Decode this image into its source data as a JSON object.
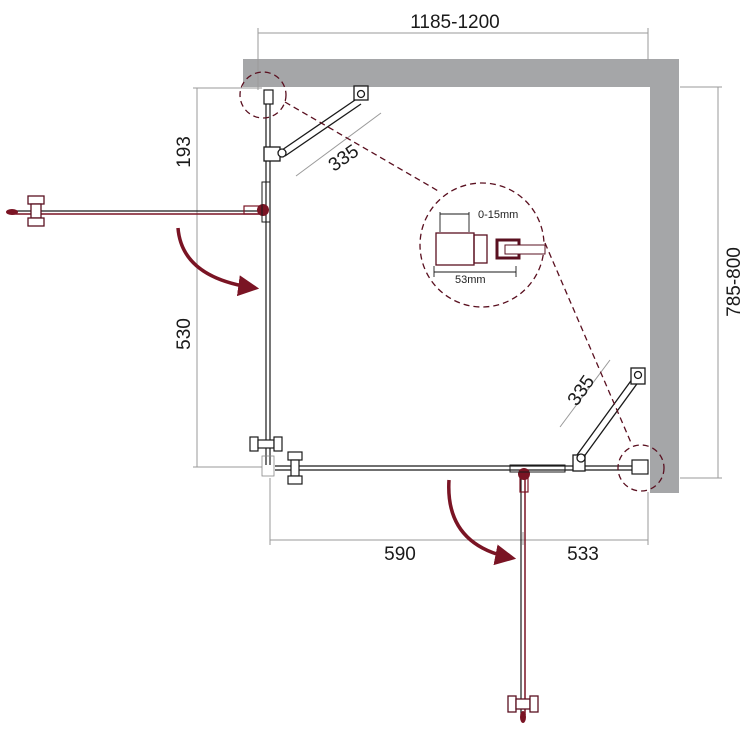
{
  "diagram": {
    "type": "shower-enclosure-plan",
    "colors": {
      "wall": "#a5a6a8",
      "accent": "#7a1424",
      "line": "#1a1a1a",
      "dimension_line": "#9a9a9a",
      "background": "#ffffff"
    },
    "dimensions": {
      "top_width": "1185-1200",
      "right_depth": "785-800",
      "left_upper": "193",
      "left_lower": "530",
      "bottom_left": "590",
      "bottom_right": "533",
      "brace_top": "335",
      "brace_right": "335"
    },
    "detail": {
      "adjustment": "0-15mm",
      "profile_width": "53mm"
    }
  }
}
